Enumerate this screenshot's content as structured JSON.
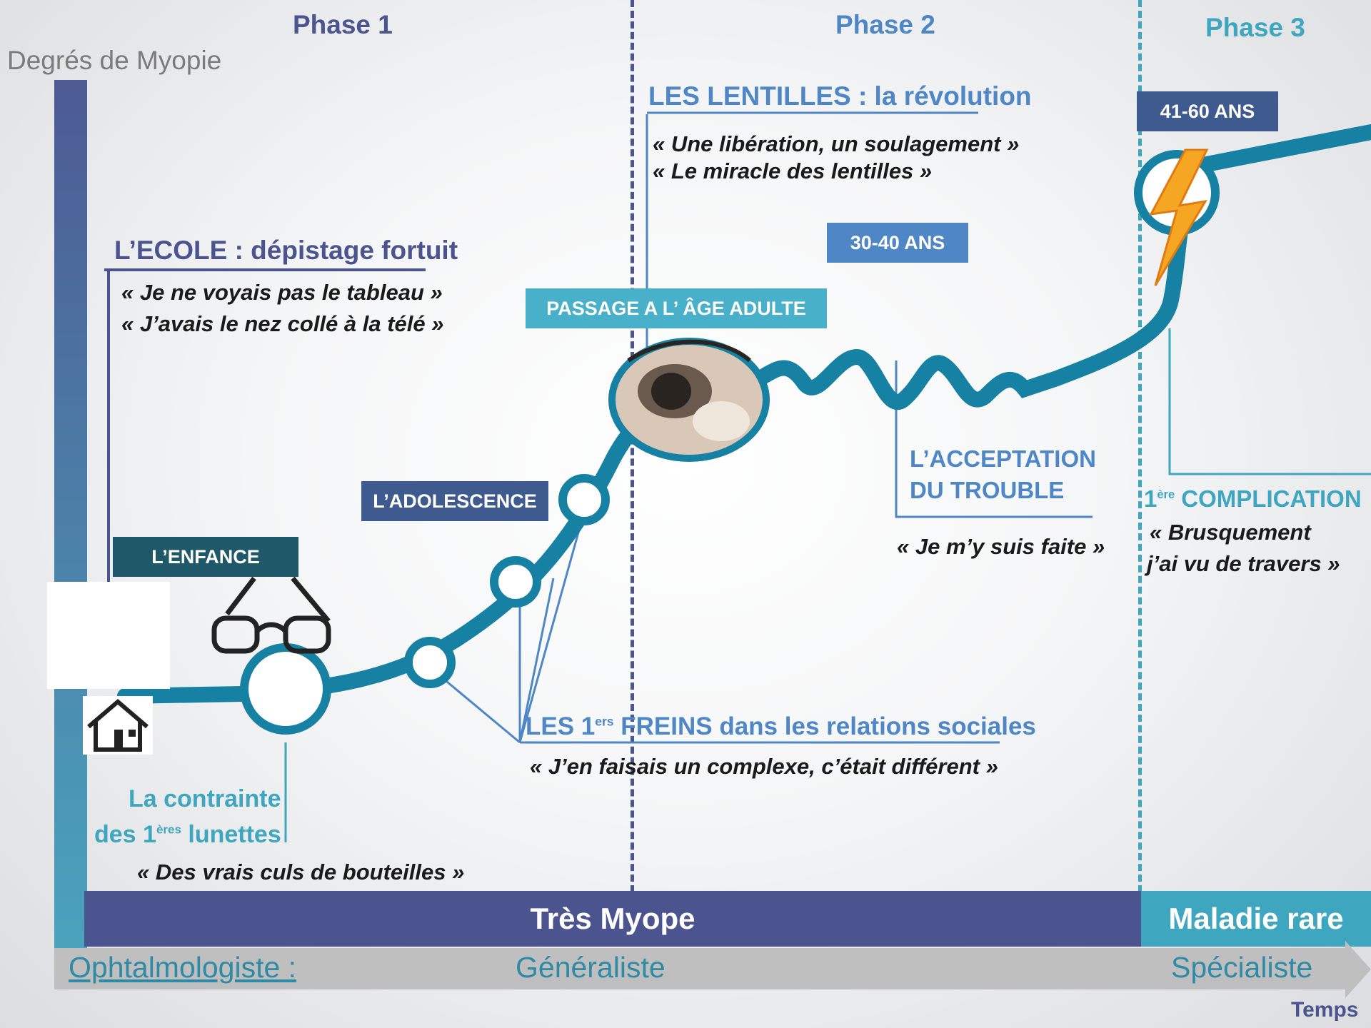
{
  "axis": {
    "y_label": "Degrés de Myopie",
    "x_label": "Temps",
    "doctor_label": "Ophtalmologiste :",
    "doctor_general": "Généraliste",
    "doctor_specialist": "Spécialiste"
  },
  "phases": [
    {
      "label": "Phase 1",
      "color": "#4b548f"
    },
    {
      "label": "Phase 2",
      "color": "#4f86c6"
    },
    {
      "label": "Phase 3",
      "color": "#3fa6bf"
    }
  ],
  "bands": {
    "main": "Très Myope",
    "rare": "Maladie rare"
  },
  "stages": {
    "enfance": "L’ENFANCE",
    "adolescence": "L’ADOLESCENCE",
    "adulte": "PASSAGE A L’ ÂGE ADULTE",
    "age_30_40": "30-40 ANS",
    "age_41_60": "41-60 ANS"
  },
  "events": {
    "ecole": {
      "title": "L’ECOLE : dépistage fortuit",
      "quote1": "« Je ne voyais pas le tableau »",
      "quote2": "« J’avais le nez collé à la télé »"
    },
    "lentilles": {
      "title": "LES LENTILLES : la révolution",
      "quote1": "« Une libération, un soulagement »",
      "quote2": "« Le miracle des lentilles »"
    },
    "contrainte": {
      "line1": "La contrainte",
      "line2_pre": "des 1",
      "line2_sup": "ères",
      "line2_post": " lunettes",
      "quote": "« Des vrais culs de bouteilles »"
    },
    "freins": {
      "pre": "LES 1",
      "sup": "ers",
      "post": " FREINS dans les relations sociales",
      "quote": "« J’en faisais un complexe, c’était différent »"
    },
    "acceptation": {
      "line1": "L’ACCEPTATION",
      "line2": "DU TROUBLE",
      "quote": "« Je m’y suis faite »"
    },
    "complication": {
      "pre": "1",
      "sup": "ère",
      "post": " COMPLICATION",
      "quote1": "« Brusquement",
      "quote2": "j’ai vu de travers »"
    }
  },
  "icons": {
    "home": "home-icon",
    "glasses": "glasses-icon",
    "eye_lens": "contact-lens-eye-icon",
    "lightning": "lightning-icon"
  },
  "colors": {
    "navy": "#4b548f",
    "blue": "#4f86c6",
    "teal": "#3fa6bf",
    "curve": "#1681a3",
    "dark_teal": "#1f5868"
  }
}
